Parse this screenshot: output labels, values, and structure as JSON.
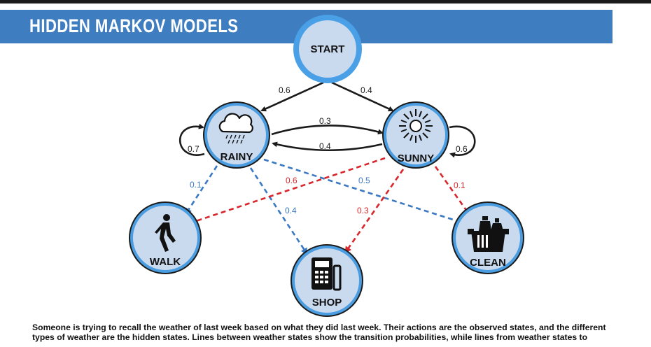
{
  "header": {
    "title": "HIDDEN MARKOV MODELS"
  },
  "nodes": {
    "start": {
      "label": "START"
    },
    "rainy": {
      "label": "RAINY"
    },
    "sunny": {
      "label": "SUNNY"
    },
    "walk": {
      "label": "WALK"
    },
    "shop": {
      "label": "SHOP"
    },
    "clean": {
      "label": "CLEAN"
    }
  },
  "transitions": {
    "start_rainy": "0.6",
    "start_sunny": "0.4",
    "rainy_sunny": "0.3",
    "sunny_rainy": "0.4",
    "rainy_rainy": "0.7",
    "sunny_sunny": "0.6"
  },
  "emissions": {
    "rainy_walk": "0.1",
    "rainy_shop": "0.4",
    "rainy_clean": "0.5",
    "sunny_walk": "0.6",
    "sunny_shop": "0.3",
    "sunny_clean": "0.1"
  },
  "colors": {
    "banner": "#3f7dc1",
    "node_fill": "#c9d9ee",
    "node_ring": "#4a9de0",
    "rainy_edges": "#3a78c2",
    "sunny_edges": "#d8262c",
    "transition_edges": "#1a1a1a"
  },
  "caption": {
    "line1": "Someone is trying to recall the weather of last week based on what they did last week. Their actions are the observed states, and the different",
    "line2": "types of weather are the hidden states. Lines between weather states show the transition probabilities, while lines from weather states to"
  }
}
